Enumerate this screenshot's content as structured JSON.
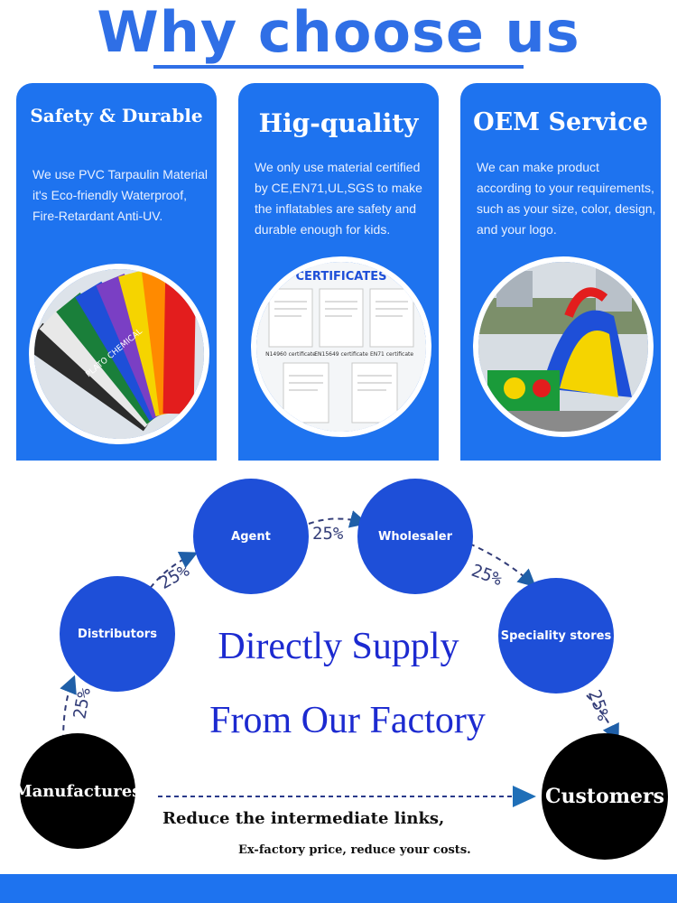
{
  "header": {
    "title": "Why choose us"
  },
  "cards": [
    {
      "title": "Safety & Durable",
      "text": "We use  PVC Tarpaulin Material it's Eco-friendly Waterproof, Fire-Retardant Anti-UV.",
      "photo_label": "PLATO CHEMICAL"
    },
    {
      "title": "Hig-quality",
      "text": "We only use material certified by CE,EN71,UL,SGS to make the inflatables are safety and durable enough for kids.",
      "photo_label": "CERTIFICATES",
      "cert_captions": [
        "N14960 certificate",
        "EN15649 certificate",
        "EN71 certificate"
      ]
    },
    {
      "title": "OEM Service",
      "text": "We can make product according to your requirements, such as your size, color, design, and your logo."
    }
  ],
  "flow": {
    "nodes": [
      "Manufactures",
      "Distributors",
      "Agent",
      "Wholesaler",
      "Speciality stores",
      "Customers"
    ],
    "percent": "25%",
    "center_line1": "Directly Supply",
    "center_line2": "From Our Factory",
    "footer_line1": "Reduce the intermediate links,",
    "footer_line2": "Ex-factory price, reduce your costs."
  },
  "colors": {
    "blue_card": "#1e73ef",
    "title_blue": "#2f6fe6",
    "node_blue": "#1e4fd8",
    "text_blue": "#1c2ad0",
    "black": "#000000"
  }
}
